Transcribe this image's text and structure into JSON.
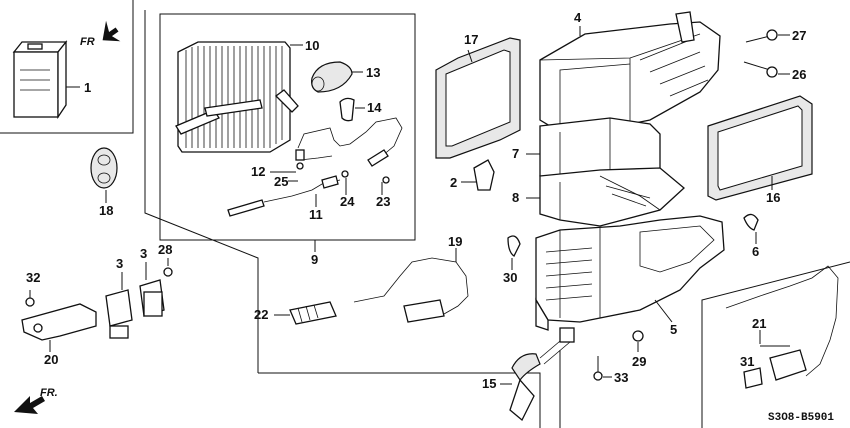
{
  "diagram": {
    "code": "S3O8-B5901",
    "direction_labels": {
      "top": "FR",
      "bottom": "FR."
    },
    "callouts": {
      "c1": "1",
      "c2": "2",
      "c3a": "3",
      "c3b": "3",
      "c4": "4",
      "c5": "5",
      "c6": "6",
      "c7": "7",
      "c8": "8",
      "c9": "9",
      "c10": "10",
      "c11": "11",
      "c12": "12",
      "c13": "13",
      "c14": "14",
      "c15": "15",
      "c16": "16",
      "c17": "17",
      "c18": "18",
      "c19": "19",
      "c20": "20",
      "c21": "21",
      "c22": "22",
      "c23": "23",
      "c24": "24",
      "c25": "25",
      "c26": "26",
      "c27": "27",
      "c28": "28",
      "c29": "29",
      "c30": "30",
      "c31": "31",
      "c32": "32",
      "c33": "33"
    }
  }
}
